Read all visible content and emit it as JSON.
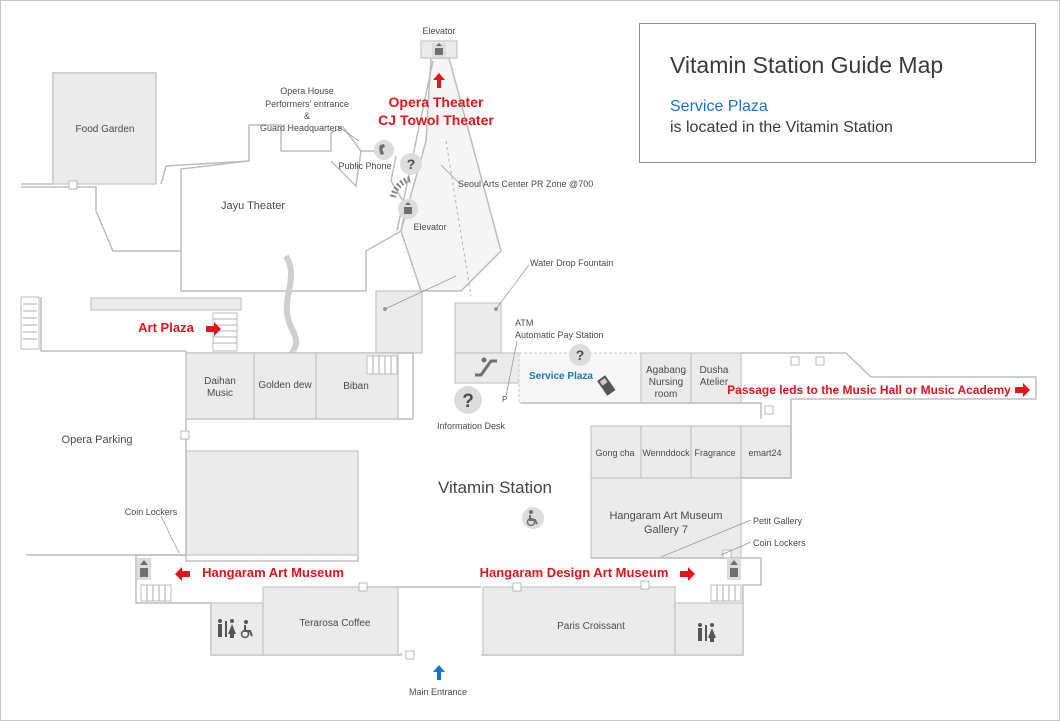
{
  "guide": {
    "title": "Vitamin Station Guide Map",
    "subtitle_highlight": "Service Plaza",
    "subtitle_rest": "is located in the Vitamin Station"
  },
  "highlights": {
    "opera_theater": "Opera Theater",
    "cj_towol": "CJ Towol Theater",
    "art_plaza": "Art Plaza",
    "passage": "Passage leds to the Music Hall or Music Academy",
    "hangaram_art": "Hangaram Art Museum",
    "hangaram_design": "Hangaram Design Art Museum",
    "service_plaza": "Service Plaza"
  },
  "labels": {
    "elevator_top": "Elevator",
    "opera_house_1": "Opera House",
    "opera_house_2": "Performers' entrance",
    "opera_house_3": "&",
    "opera_house_4": "Guard Headquarters",
    "public_phone": "Public Phone",
    "food_garden": "Food Garden",
    "jayu_theater": "Jayu Theater",
    "elevator_mid": "Elevator",
    "pr_zone": "Seoul Arts Center PR Zone @700",
    "water_fountain": "Water Drop Fountain",
    "atm": "ATM",
    "auto_pay": "Automatic Pay Station",
    "daihan_1": "Daihan",
    "daihan_2": "Music",
    "golden_dew": "Golden dew",
    "biban": "Biban",
    "agabang_1": "Agabang",
    "agabang_2": "Nursing",
    "agabang_3": "room",
    "dusha_1": "Dusha",
    "dusha_2": "Atelier",
    "info_desk": "Information Desk",
    "opera_parking": "Opera Parking",
    "gong_cha": "Gong cha",
    "wennddock": "Wennddock",
    "fragrance": "Fragrance",
    "emart24": "emart24",
    "vitamin_station": "Vitamin Station",
    "hangaram_gallery_1": "Hangaram Art Museum",
    "hangaram_gallery_2": "Gallery 7",
    "petit_gallery": "Petit Gallery",
    "coin_lockers_left": "Coin Lockers",
    "coin_lockers_right": "Coin Lockers",
    "terarosa": "Terarosa Coffee",
    "paris_croissant": "Paris Croissant",
    "main_entrance": "Main Entrance",
    "parking_p": "P"
  },
  "colors": {
    "highlight_red": "#e3141b",
    "highlight_blue": "#1a73c8",
    "room_fill": "#ebebeb",
    "wall": "#bdbdbd"
  },
  "icons": [
    "elevator-icon",
    "public-phone-icon",
    "information-icon",
    "escalator-icon",
    "wheelchair-icon",
    "restroom-icon",
    "atm-icon",
    "arrow-icon"
  ]
}
